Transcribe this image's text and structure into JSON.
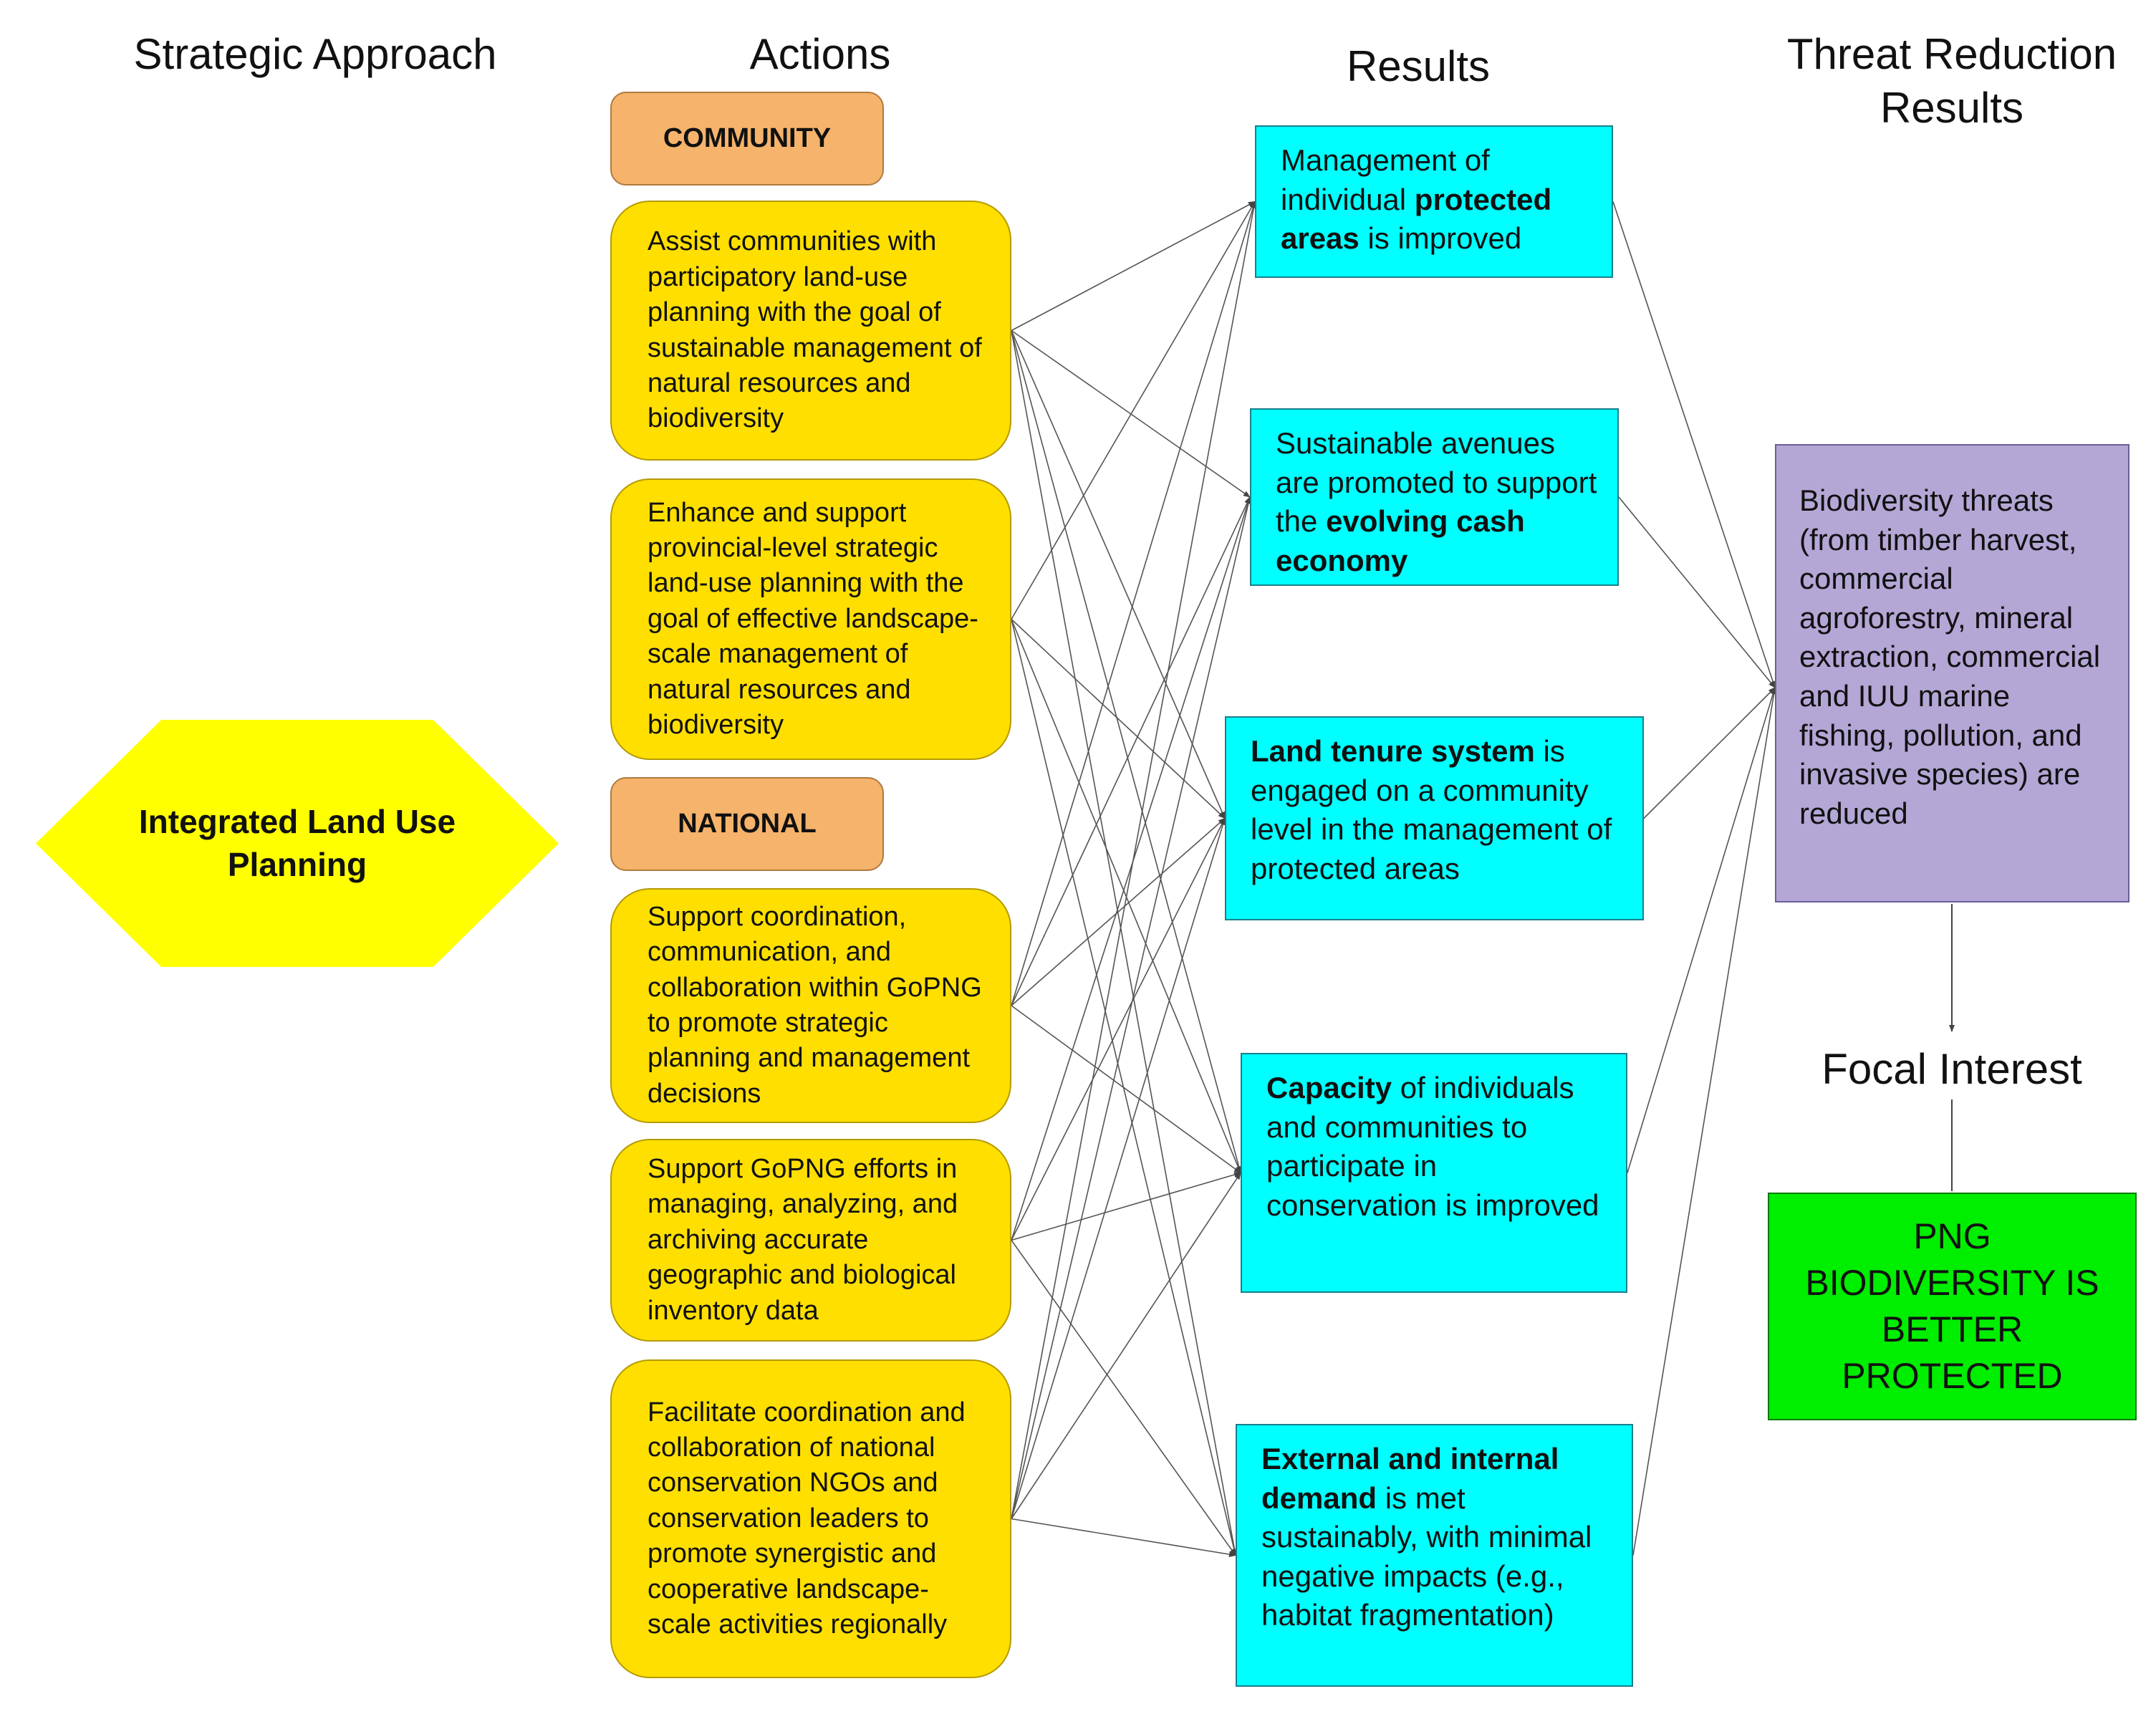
{
  "headers": {
    "strategic_approach": "Strategic Approach",
    "actions": "Actions",
    "results": "Results",
    "threat_reduction_line1": "Threat Reduction",
    "threat_reduction_line2": "Results",
    "focal_interest": "Focal Interest"
  },
  "strategic_approach": {
    "line1": "Integrated Land Use",
    "line2": "Planning"
  },
  "categories": {
    "community": "COMMUNITY",
    "national": "NATIONAL"
  },
  "actions": [
    {
      "text": "Assist communities with participatory land-use planning with the goal of sustainable management of natural resources and biodiversity"
    },
    {
      "text": "Enhance and support provincial-level strategic land-use planning with the goal of effective landscape-scale management of natural resources and biodiversity"
    },
    {
      "text": "Support coordination, communication, and collaboration within GoPNG to promote strategic planning and management decisions"
    },
    {
      "text": "Support GoPNG efforts in managing, analyzing, and archiving accurate geographic and biological inventory data"
    },
    {
      "text": "Facilitate coordination and collaboration of national conservation NGOs and conservation leaders to promote synergistic and cooperative landscape-scale activities regionally"
    }
  ],
  "results": [
    {
      "t1": "Management of individual ",
      "b1": "protected areas",
      "t2": " is improved"
    },
    {
      "t1": "Sustainable avenues are promoted to support the ",
      "b1": "evolving cash economy",
      "t2": ""
    },
    {
      "t1": "",
      "b1": "Land tenure system",
      "t2": " is engaged on a community level in the management of protected areas"
    },
    {
      "t1": "",
      "b1": "Capacity",
      "t2": " of individuals and communities to participate in conservation is improved"
    },
    {
      "t1": "",
      "b1": "External and internal demand",
      "t2": " is met sustainably, with minimal negative impacts (e.g., habitat fragmentation)"
    }
  ],
  "threat": {
    "text": "Biodiversity threats (from timber harvest, commercial agroforestry, mineral extraction, commercial and IUU marine fishing, pollution, and invasive species) are reduced"
  },
  "focal": {
    "line1": "PNG",
    "line2": "BIODIVERSITY IS",
    "line3": "BETTER",
    "line4": "PROTECTED"
  },
  "colors": {
    "hexagon": "#ffff00",
    "category": "#f5b36b",
    "action": "#ffdf00",
    "result": "#00ffff",
    "threat": "#b4a7d6",
    "focal": "#00ee00"
  },
  "connections": [
    [
      0,
      0
    ],
    [
      0,
      1
    ],
    [
      0,
      2
    ],
    [
      0,
      3
    ],
    [
      0,
      4
    ],
    [
      1,
      0
    ],
    [
      1,
      2
    ],
    [
      1,
      3
    ],
    [
      1,
      4
    ],
    [
      2,
      0
    ],
    [
      2,
      1
    ],
    [
      2,
      2
    ],
    [
      2,
      3
    ],
    [
      3,
      1
    ],
    [
      3,
      2
    ],
    [
      3,
      3
    ],
    [
      3,
      4
    ],
    [
      4,
      0
    ],
    [
      4,
      1
    ],
    [
      4,
      2
    ],
    [
      4,
      3
    ],
    [
      4,
      4
    ]
  ]
}
